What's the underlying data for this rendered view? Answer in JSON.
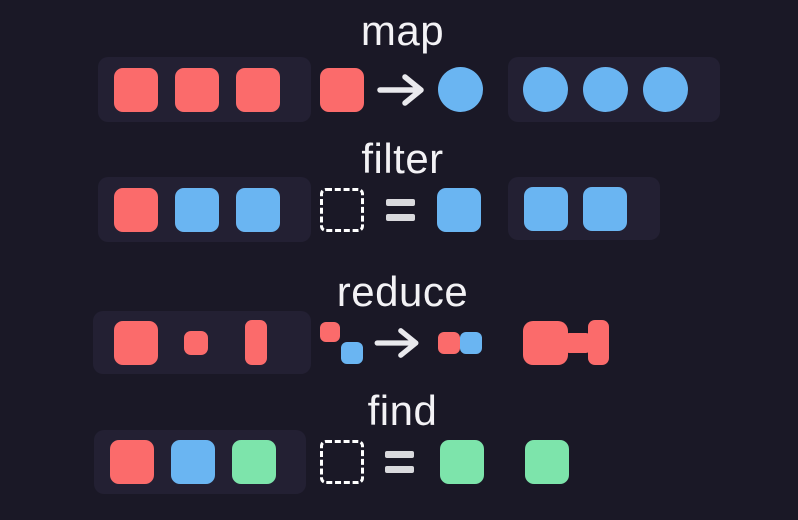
{
  "title": "array methods diagram",
  "palette": {
    "background": "#1a1826",
    "panel": "#232033",
    "red": "#fb6b6b",
    "blue": "#6ab5f2",
    "green": "#7de4ab",
    "text": "#f3f2f5",
    "arrow": "#e9e9ed",
    "equals": "#d9d9dd",
    "dashed_border": "#ffffff"
  },
  "rows": {
    "map": {
      "label": "map",
      "input_shapes": [
        {
          "kind": "square",
          "color": "red"
        },
        {
          "kind": "square",
          "color": "red"
        },
        {
          "kind": "square",
          "color": "red"
        }
      ],
      "operation": {
        "lhs": [
          {
            "kind": "square",
            "color": "red"
          }
        ],
        "operator": "arrow",
        "rhs": [
          {
            "kind": "circle",
            "color": "blue"
          }
        ]
      },
      "output_shapes": [
        {
          "kind": "circle",
          "color": "blue"
        },
        {
          "kind": "circle",
          "color": "blue"
        },
        {
          "kind": "circle",
          "color": "blue"
        }
      ]
    },
    "filter": {
      "label": "filter",
      "input_shapes": [
        {
          "kind": "square",
          "color": "red"
        },
        {
          "kind": "square",
          "color": "blue"
        },
        {
          "kind": "square",
          "color": "blue"
        }
      ],
      "operation": {
        "lhs": [
          {
            "kind": "dashed"
          }
        ],
        "operator": "equals",
        "rhs": [
          {
            "kind": "square",
            "color": "blue"
          }
        ]
      },
      "output_shapes": [
        {
          "kind": "square",
          "color": "blue"
        },
        {
          "kind": "square",
          "color": "blue"
        }
      ]
    },
    "reduce": {
      "label": "reduce",
      "input_shapes": [
        {
          "kind": "square-lg",
          "color": "red"
        },
        {
          "kind": "square-sm",
          "color": "red"
        },
        {
          "kind": "rect-tall",
          "color": "red"
        }
      ],
      "operation": {
        "lhs": [
          {
            "kind": "chip-sm",
            "color": "red"
          },
          {
            "kind": "chip",
            "color": "blue"
          }
        ],
        "operator": "arrow",
        "rhs": [
          {
            "kind": "chip",
            "color": "red"
          },
          {
            "kind": "chip",
            "color": "blue"
          }
        ]
      },
      "output_shape": {
        "kind": "merged",
        "color": "red"
      }
    },
    "find": {
      "label": "find",
      "input_shapes": [
        {
          "kind": "square",
          "color": "red"
        },
        {
          "kind": "square",
          "color": "blue"
        },
        {
          "kind": "square",
          "color": "green"
        }
      ],
      "operation": {
        "lhs": [
          {
            "kind": "dashed"
          }
        ],
        "operator": "equals",
        "rhs": [
          {
            "kind": "square",
            "color": "green"
          }
        ]
      },
      "output_shapes": [
        {
          "kind": "square",
          "color": "green"
        }
      ]
    }
  }
}
